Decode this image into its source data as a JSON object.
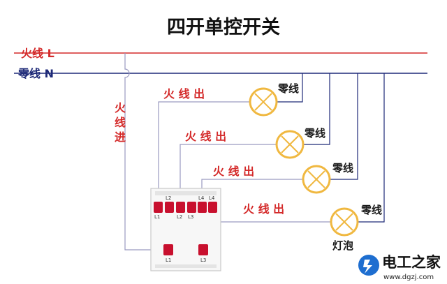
{
  "title": "四开单控开关",
  "lines": {
    "live_label": "火线 L",
    "neutral_label": "零线 N"
  },
  "live_in_label": [
    "火",
    "线",
    "进"
  ],
  "live_out_label": "火 线 出",
  "lamp_neutral_label": "零线",
  "lamp_label": "灯泡",
  "switch_terminals": {
    "top": [
      "L2",
      "L4",
      "L4"
    ],
    "top_sub": [
      "L1",
      "L2",
      "L3"
    ],
    "bottom": [
      "L1",
      "L3"
    ]
  },
  "colors": {
    "live": "#d42a2a",
    "neutral": "#1e2a78",
    "wire": "#9a9ac0",
    "lamp": "#f0b840",
    "terminal": "#c8102e"
  },
  "watermark": {
    "name": "电工之家",
    "url": "www.dgzj.com"
  }
}
